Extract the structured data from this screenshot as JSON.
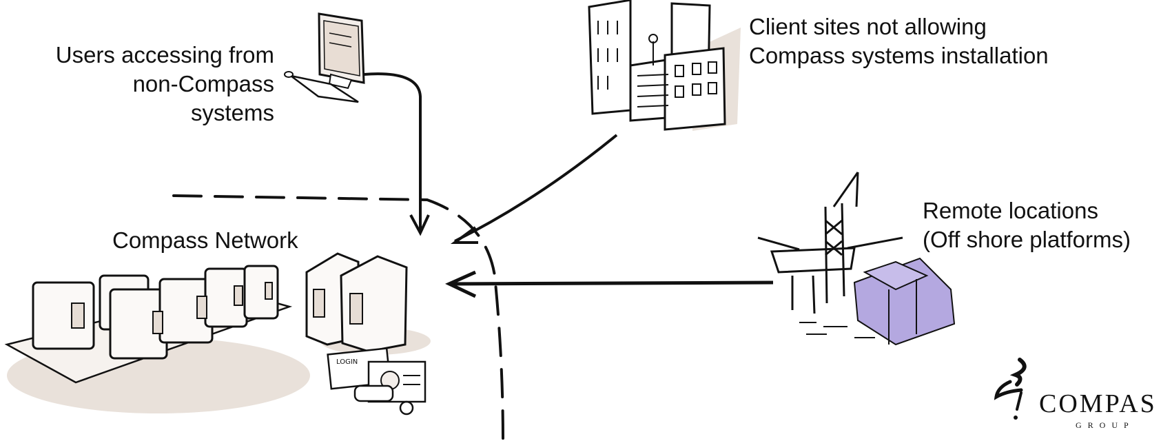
{
  "labels": {
    "users": "Users accessing from\nnon-Compass\nsystems",
    "client": "Client sites not allowing\nCompass systems installation",
    "remote": "Remote locations\n(Off shore platforms)",
    "network": "Compass Network"
  },
  "login_card": {
    "title": "LOGIN"
  },
  "logo": {
    "word": "COMPAS",
    "sub": "GROUP"
  },
  "colors": {
    "ink": "#111111",
    "shadow": "#e4dcd6",
    "purple": "#a89ad8",
    "bg": "#ffffff"
  }
}
